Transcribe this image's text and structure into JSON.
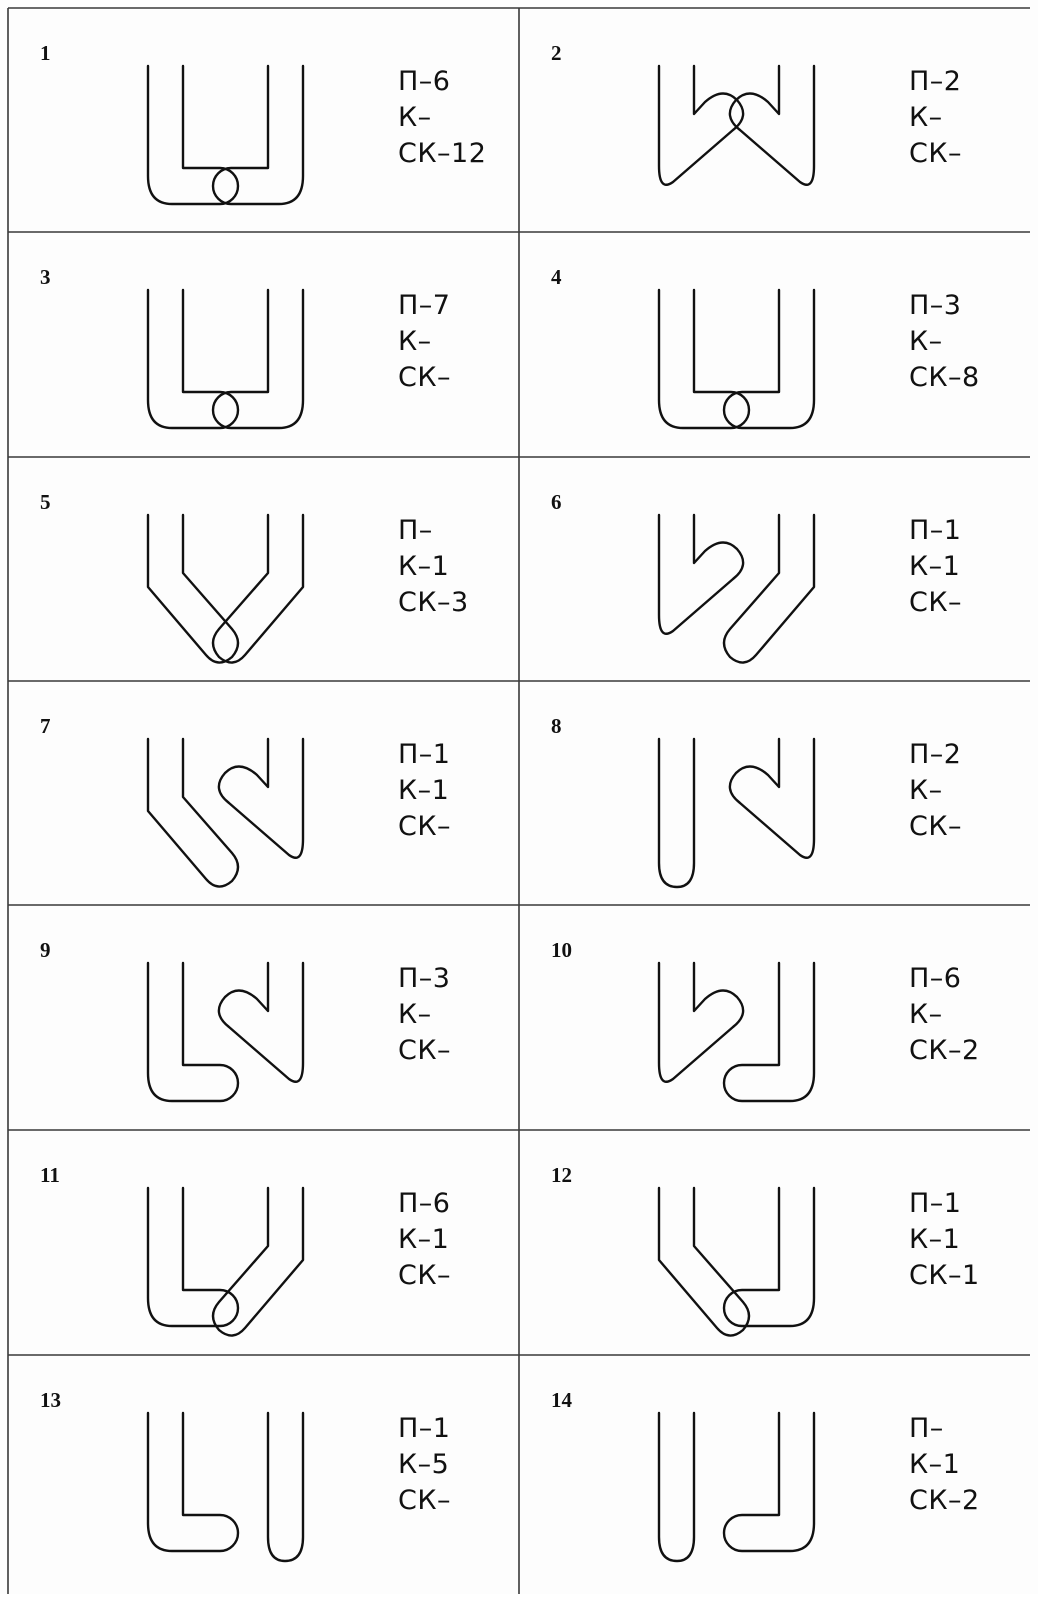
{
  "cells": [
    {
      "number": "1",
      "left": "squareHook",
      "right": "squareHook",
      "codes": [
        "П–6",
        "К–",
        "СК–12"
      ]
    },
    {
      "number": "2",
      "left": "diagHook",
      "right": "diagHook",
      "codes": [
        "П–2",
        "К–",
        "СК–"
      ]
    },
    {
      "number": "3",
      "left": "squareHook",
      "right": "squareHook",
      "codes": [
        "П–7",
        "К–",
        "СК–"
      ]
    },
    {
      "number": "4",
      "left": "squareHook",
      "right": "squareHook",
      "codes": [
        "П–3",
        "К–",
        "СК–8"
      ]
    },
    {
      "number": "5",
      "left": "diagStraight",
      "right": "diagStraight",
      "codes": [
        "П–",
        "К–1",
        "СК–3"
      ]
    },
    {
      "number": "6",
      "left": "diagHook",
      "right": "diagStraight",
      "codes": [
        "П–1",
        "К–1",
        "СК–"
      ]
    },
    {
      "number": "7",
      "left": "diagStraight",
      "right": "diagHook",
      "codes": [
        "П–1",
        "К–1",
        "СК–"
      ]
    },
    {
      "number": "8",
      "left": "straight",
      "right": "diagHook",
      "codes": [
        "П–2",
        "К–",
        "СК–"
      ]
    },
    {
      "number": "9",
      "left": "squareHook",
      "right": "diagHook",
      "codes": [
        "П–3",
        "К–",
        "СК–"
      ]
    },
    {
      "number": "10",
      "left": "diagHook",
      "right": "squareHook",
      "codes": [
        "П–6",
        "К–",
        "СК–2"
      ]
    },
    {
      "number": "11",
      "left": "squareHook",
      "right": "diagStraight",
      "codes": [
        "П–6",
        "К–1",
        "СК–"
      ]
    },
    {
      "number": "12",
      "left": "diagStraight",
      "right": "squareHook",
      "codes": [
        "П–1",
        "К–1",
        "СК–1"
      ]
    },
    {
      "number": "13",
      "left": "squareHook",
      "right": "straight",
      "codes": [
        "П–1",
        "К–5",
        "СК–"
      ]
    },
    {
      "number": "14",
      "left": "straight",
      "right": "squareHook",
      "codes": [
        "П–",
        "К–1",
        "СК–2"
      ]
    }
  ]
}
